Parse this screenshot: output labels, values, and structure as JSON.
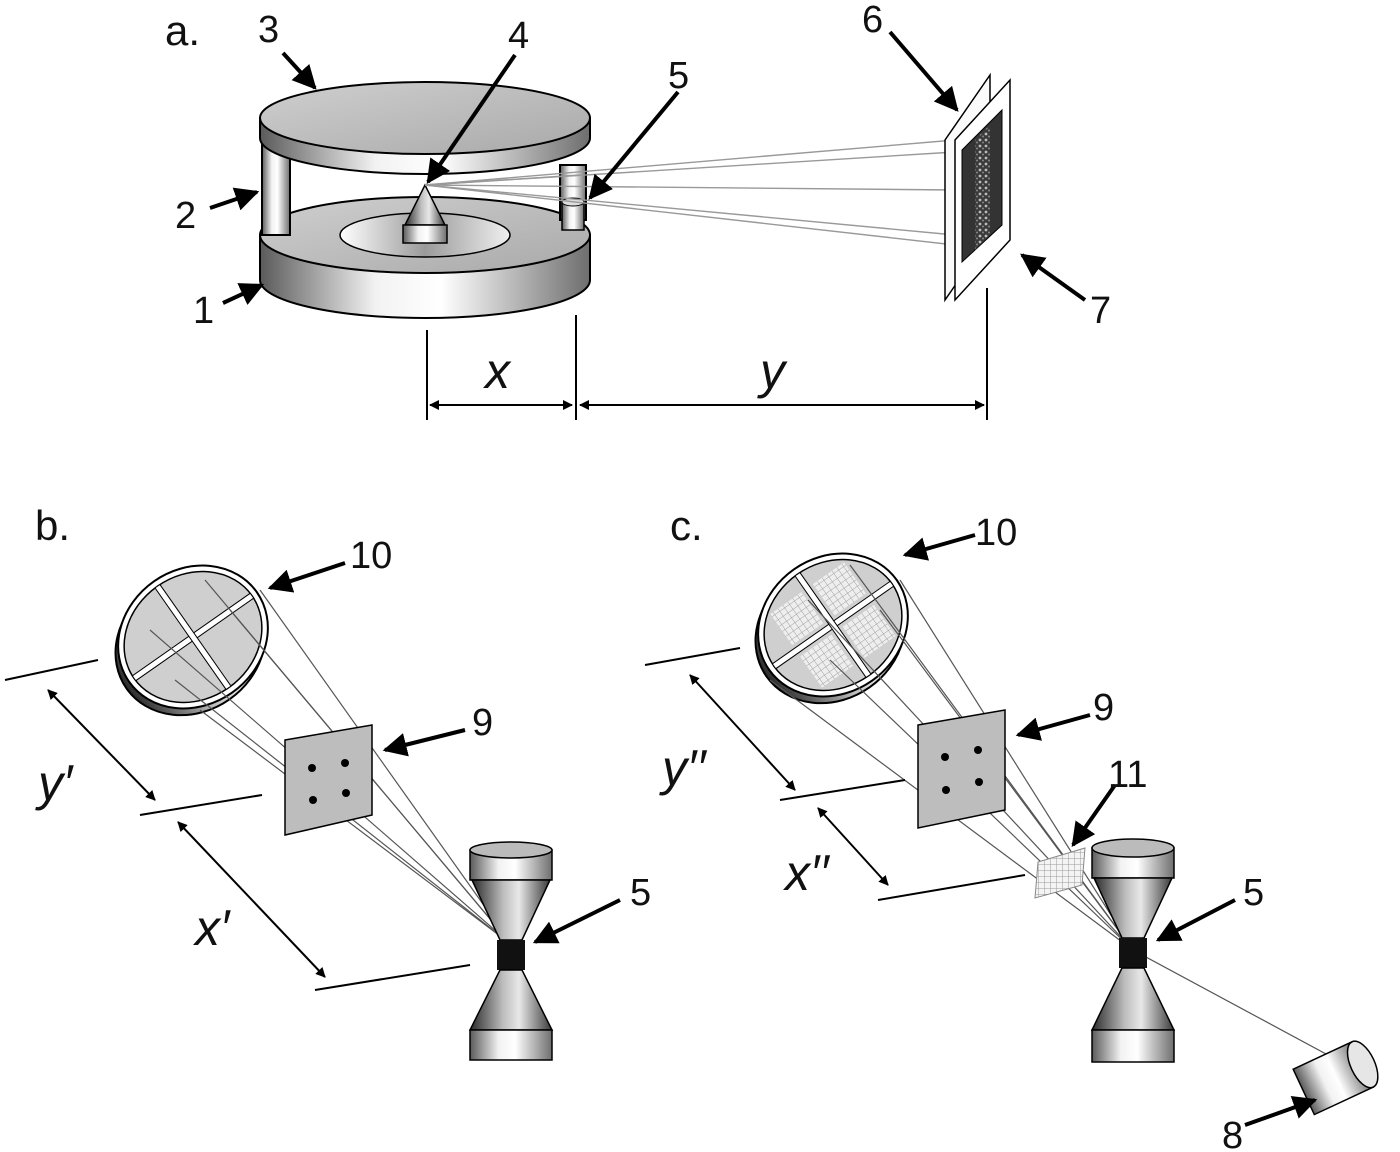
{
  "panels": {
    "a": "a.",
    "b": "b.",
    "c": "c."
  },
  "labels": {
    "n1": "1",
    "n2": "2",
    "n3": "3",
    "n4": "4",
    "n5": "5",
    "n6": "6",
    "n7": "7",
    "b5": "5",
    "b9": "9",
    "b10": "10",
    "c5": "5",
    "c8": "8",
    "c9": "9",
    "c10": "10",
    "c11": "11"
  },
  "dimensions": {
    "x": "x",
    "y": "y",
    "xp": "x′",
    "yp": "y′",
    "xpp": "x′′",
    "ypp": "y′′"
  }
}
